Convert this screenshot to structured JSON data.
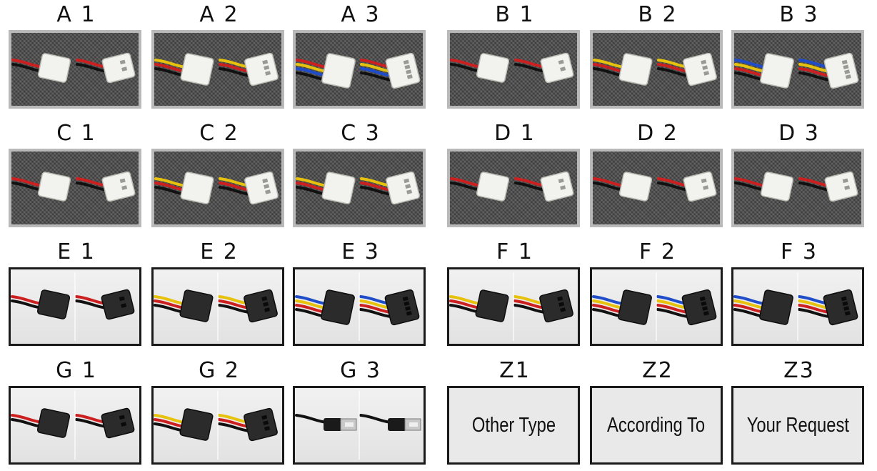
{
  "cells": [
    {
      "label": "A 1",
      "style": "fabric",
      "pins": 2,
      "plug": "jst",
      "wires": [
        "#cc1f1f",
        "#111111"
      ]
    },
    {
      "label": "A 2",
      "style": "fabric",
      "pins": 3,
      "plug": "jst",
      "wires": [
        "#e7c20d",
        "#cc1f1f",
        "#111111"
      ]
    },
    {
      "label": "A 3",
      "style": "fabric",
      "pins": 4,
      "plug": "jst",
      "wires": [
        "#cc1f1f",
        "#e7c20d",
        "#1f4cc9",
        "#111111"
      ]
    },
    {
      "label": "B 1",
      "style": "fabric",
      "pins": 2,
      "plug": "jst",
      "wires": [
        "#cc1f1f",
        "#111111"
      ]
    },
    {
      "label": "B 2",
      "style": "fabric",
      "pins": 3,
      "plug": "jst",
      "wires": [
        "#e7c20d",
        "#cc1f1f",
        "#111111"
      ]
    },
    {
      "label": "B 3",
      "style": "fabric",
      "pins": 4,
      "plug": "jst",
      "wires": [
        "#1f4cc9",
        "#e7c20d",
        "#cc1f1f",
        "#111111"
      ]
    },
    {
      "label": "C 1",
      "style": "fabric",
      "pins": 2,
      "plug": "jst",
      "wires": [
        "#cc1f1f",
        "#111111"
      ]
    },
    {
      "label": "C 2",
      "style": "fabric",
      "pins": 3,
      "plug": "jst",
      "wires": [
        "#e7c20d",
        "#cc1f1f",
        "#111111"
      ]
    },
    {
      "label": "C 3",
      "style": "fabric",
      "pins": 3,
      "plug": "jst",
      "wires": [
        "#e7c20d",
        "#cc1f1f",
        "#111111"
      ]
    },
    {
      "label": "D 1",
      "style": "fabric",
      "pins": 2,
      "plug": "molex",
      "wires": [
        "#cc1f1f",
        "#111111"
      ]
    },
    {
      "label": "D 2",
      "style": "fabric",
      "pins": 2,
      "plug": "molex",
      "wires": [
        "#cc1f1f",
        "#111111"
      ]
    },
    {
      "label": "D 3",
      "style": "fabric",
      "pins": 2,
      "plug": "molex",
      "wires": [
        "#cc1f1f",
        "#111111"
      ]
    },
    {
      "label": "E 1",
      "style": "plain",
      "pins": 2,
      "plug": "black",
      "wires": [
        "#cc1f1f",
        "#111111"
      ]
    },
    {
      "label": "E 2",
      "style": "plain",
      "pins": 3,
      "plug": "black",
      "wires": [
        "#e7c20d",
        "#cc1f1f",
        "#111111"
      ]
    },
    {
      "label": "E 3",
      "style": "plain",
      "pins": 4,
      "plug": "black",
      "wires": [
        "#1f4cc9",
        "#e7c20d",
        "#cc1f1f",
        "#111111"
      ]
    },
    {
      "label": "F 1",
      "style": "plain",
      "pins": 3,
      "plug": "black",
      "wires": [
        "#e7c20d",
        "#cc1f1f",
        "#111111"
      ]
    },
    {
      "label": "F 2",
      "style": "plain",
      "pins": 4,
      "plug": "black",
      "wires": [
        "#1f4cc9",
        "#e7c20d",
        "#cc1f1f",
        "#111111"
      ]
    },
    {
      "label": "F 3",
      "style": "plain",
      "pins": 4,
      "plug": "black",
      "wires": [
        "#1f4cc9",
        "#e7c20d",
        "#cc1f1f",
        "#111111"
      ]
    },
    {
      "label": "G 1",
      "style": "plain",
      "pins": 2,
      "plug": "black",
      "wires": [
        "#cc1f1f",
        "#111111"
      ]
    },
    {
      "label": "G 2",
      "style": "plain",
      "pins": 3,
      "plug": "black",
      "wires": [
        "#e7c20d",
        "#cc1f1f",
        "#111111"
      ]
    },
    {
      "label": "G 3",
      "style": "plain",
      "pins": 4,
      "plug": "usb",
      "wires": [
        "#111111"
      ]
    },
    {
      "label": "Z1",
      "style": "text",
      "text": "Other  Type"
    },
    {
      "label": "Z2",
      "style": "text",
      "text": "According To"
    },
    {
      "label": "Z3",
      "style": "text",
      "text": "Your Request"
    }
  ],
  "colors": {
    "fabric_border": "#b9b9b9",
    "plain_border": "#1a1a1a",
    "white_housing": "#f2f2ef",
    "black_housing": "#2b2b2b"
  }
}
